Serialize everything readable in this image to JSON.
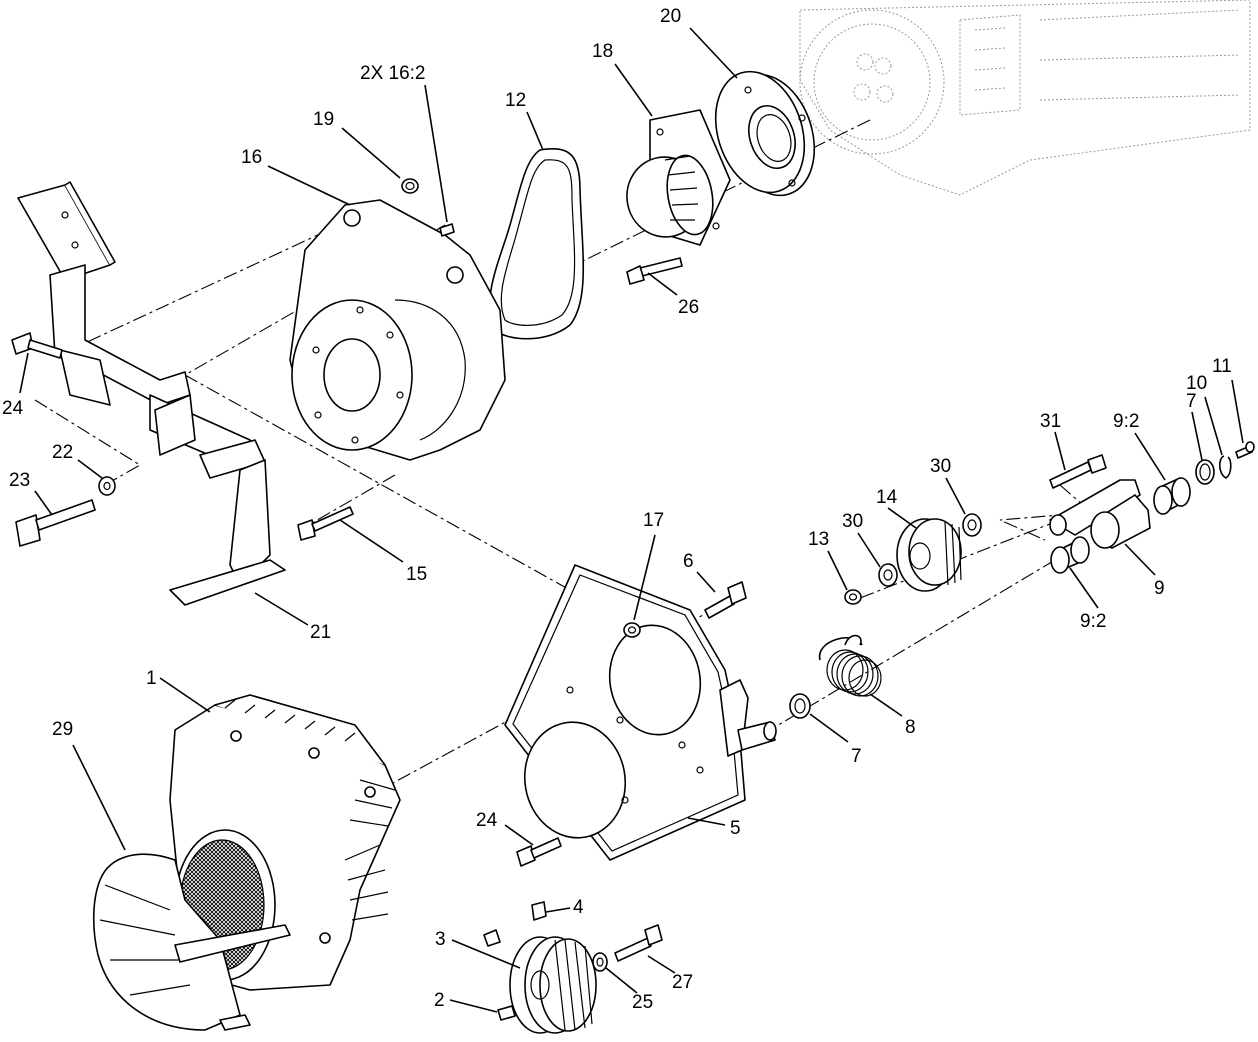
{
  "callouts": [
    {
      "id": "c-20",
      "text": "20"
    },
    {
      "id": "c-18",
      "text": "18"
    },
    {
      "id": "c-2x16",
      "text": "2X 16:2"
    },
    {
      "id": "c-12",
      "text": "12"
    },
    {
      "id": "c-19",
      "text": "19"
    },
    {
      "id": "c-16",
      "text": "16"
    },
    {
      "id": "c-26",
      "text": "26"
    },
    {
      "id": "c-24a",
      "text": "24"
    },
    {
      "id": "c-22",
      "text": "22"
    },
    {
      "id": "c-23",
      "text": "23"
    },
    {
      "id": "c-15",
      "text": "15"
    },
    {
      "id": "c-21",
      "text": "21"
    },
    {
      "id": "c-17",
      "text": "17"
    },
    {
      "id": "c-6",
      "text": "6"
    },
    {
      "id": "c-31",
      "text": "31"
    },
    {
      "id": "c-92a",
      "text": "9:2"
    },
    {
      "id": "c-7a",
      "text": "7"
    },
    {
      "id": "c-10",
      "text": "10"
    },
    {
      "id": "c-11",
      "text": "11"
    },
    {
      "id": "c-30a",
      "text": "30"
    },
    {
      "id": "c-14",
      "text": "14"
    },
    {
      "id": "c-30b",
      "text": "30"
    },
    {
      "id": "c-13",
      "text": "13"
    },
    {
      "id": "c-9",
      "text": "9"
    },
    {
      "id": "c-92b",
      "text": "9:2"
    },
    {
      "id": "c-8",
      "text": "8"
    },
    {
      "id": "c-7b",
      "text": "7"
    },
    {
      "id": "c-1",
      "text": "1"
    },
    {
      "id": "c-29",
      "text": "29"
    },
    {
      "id": "c-24b",
      "text": "24"
    },
    {
      "id": "c-5",
      "text": "5"
    },
    {
      "id": "c-4",
      "text": "4"
    },
    {
      "id": "c-3",
      "text": "3"
    },
    {
      "id": "c-27",
      "text": "27"
    },
    {
      "id": "c-2",
      "text": "2"
    },
    {
      "id": "c-25",
      "text": "25"
    }
  ]
}
